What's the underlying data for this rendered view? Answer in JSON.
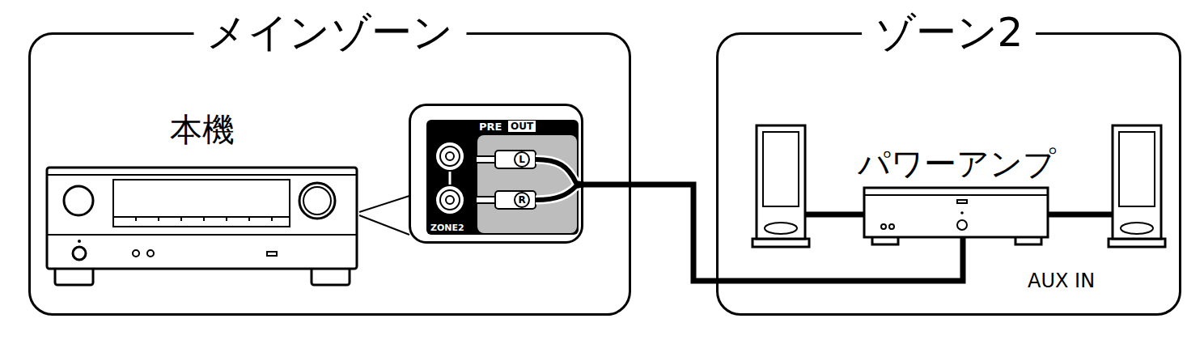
{
  "diagram": {
    "nodes": [
      {
        "text": [
          "メインゾーン"
        ]
      },
      {
        "text": [
          "本機"
        ],
        "in": 0
      },
      {
        "text": [
          "PRE",
          "OUT",
          "ZONE2"
        ],
        "in": 0
      },
      {
        "text": [
          "ゾーン2"
        ]
      },
      {
        "text": [
          "パワーアンプ"
        ],
        "in": 3
      }
    ],
    "edges": [
      {
        "from": 2,
        "to": 4,
        "arrow": "none"
      }
    ],
    "labels": [
      "L",
      "R",
      "AUX IN"
    ]
  }
}
